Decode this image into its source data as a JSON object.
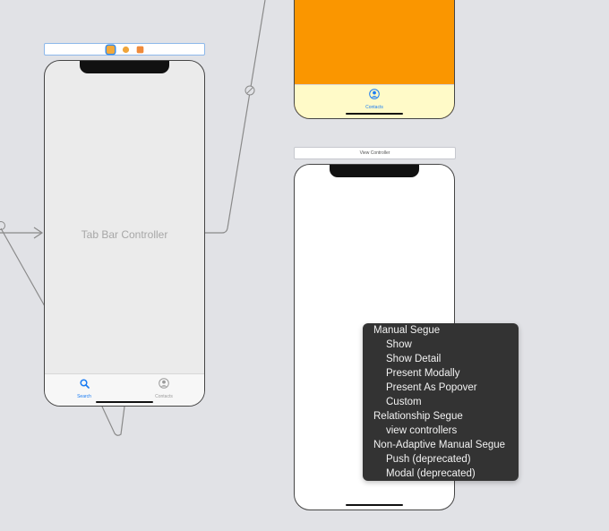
{
  "scenes": {
    "tab_bar_controller": {
      "title": "Tab Bar Controller",
      "tabs": [
        {
          "label": "Search",
          "icon": "search-icon"
        },
        {
          "label": "Contacts",
          "icon": "contacts-icon"
        }
      ]
    },
    "contacts_scene": {
      "tabs": [
        {
          "label": "Contacts",
          "icon": "contacts-icon"
        }
      ]
    },
    "view_controller": {
      "dock_title": "View Controller"
    }
  },
  "context_menu": {
    "items": [
      {
        "label": "Manual Segue",
        "kind": "header"
      },
      {
        "label": "Show",
        "kind": "option"
      },
      {
        "label": "Show Detail",
        "kind": "option"
      },
      {
        "label": "Present Modally",
        "kind": "option"
      },
      {
        "label": "Present As Popover",
        "kind": "option"
      },
      {
        "label": "Custom",
        "kind": "option"
      },
      {
        "label": "Relationship Segue",
        "kind": "header"
      },
      {
        "label": "view controllers",
        "kind": "option"
      },
      {
        "label": "Non-Adaptive Manual Segue",
        "kind": "header"
      },
      {
        "label": "Push (deprecated)",
        "kind": "option"
      },
      {
        "label": "Modal (deprecated)",
        "kind": "option"
      }
    ]
  },
  "colors": {
    "canvas": "#e1e2e6",
    "accent": "#1a7cf3",
    "orange": "#fa9600",
    "tabbar_yellow": "#fffac8",
    "menu_bg": "#333333"
  }
}
